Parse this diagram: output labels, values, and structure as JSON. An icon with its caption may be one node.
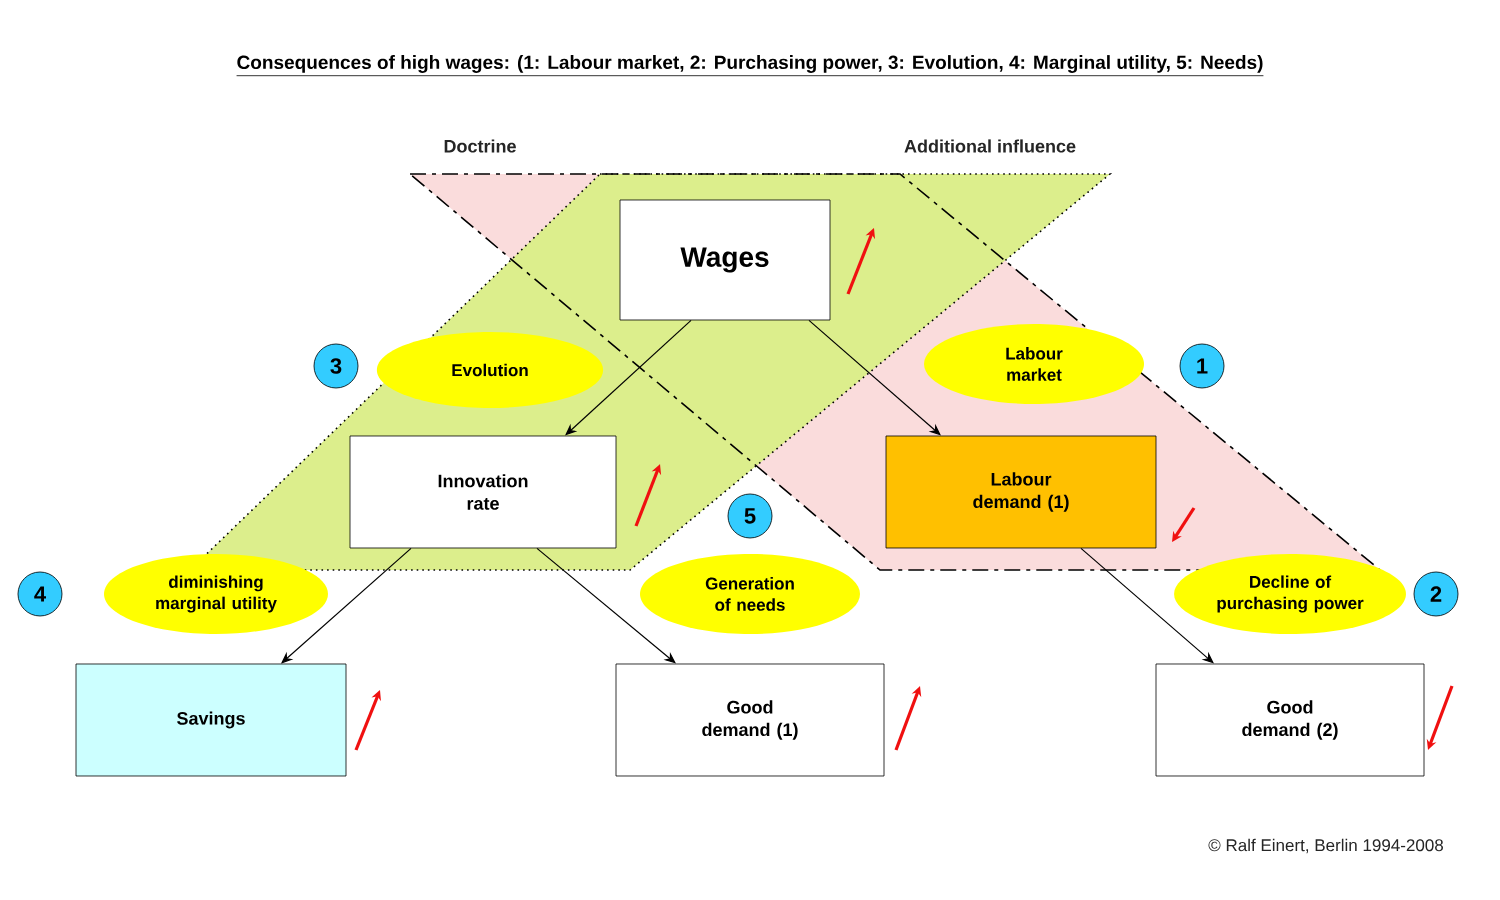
{
  "diagram": {
    "title": "Consequences of high wages: (1: Labour market, 2: Purchasing power, 3: Evolution, 4: Marginal utility, 5: Needs)",
    "nodes": [
      {
        "text": [
          "Wages"
        ]
      },
      {
        "text": [
          "3"
        ]
      },
      {
        "text": [
          "Evolution"
        ]
      },
      {
        "text": [
          "Labour market"
        ]
      },
      {
        "text": [
          "1"
        ]
      },
      {
        "text": [
          "Innovation rate"
        ]
      },
      {
        "text": [
          "Labour demand (1)"
        ]
      },
      {
        "text": [
          "5"
        ]
      },
      {
        "text": [
          "4"
        ]
      },
      {
        "text": [
          "diminishing marginal utility"
        ]
      },
      {
        "text": [
          "Generation of needs"
        ]
      },
      {
        "text": [
          "Decline of purchasing power"
        ]
      },
      {
        "text": [
          "2"
        ]
      },
      {
        "text": [
          "Savings"
        ]
      },
      {
        "text": [
          "Good demand (1)"
        ]
      },
      {
        "text": [
          "Good demand (2)"
        ]
      }
    ],
    "edges": [
      {
        "from": 0,
        "to": 5,
        "arrow": "to"
      },
      {
        "from": 0,
        "to": 6,
        "arrow": "to"
      },
      {
        "from": 5,
        "to": 13,
        "arrow": "to"
      },
      {
        "from": 5,
        "to": 14,
        "arrow": "to"
      },
      {
        "from": 6,
        "to": 15,
        "arrow": "to"
      }
    ],
    "labels": [
      "Doctrine",
      "Additional influence",
      "© Ralf Einert, Berlin 1994-2008"
    ]
  }
}
